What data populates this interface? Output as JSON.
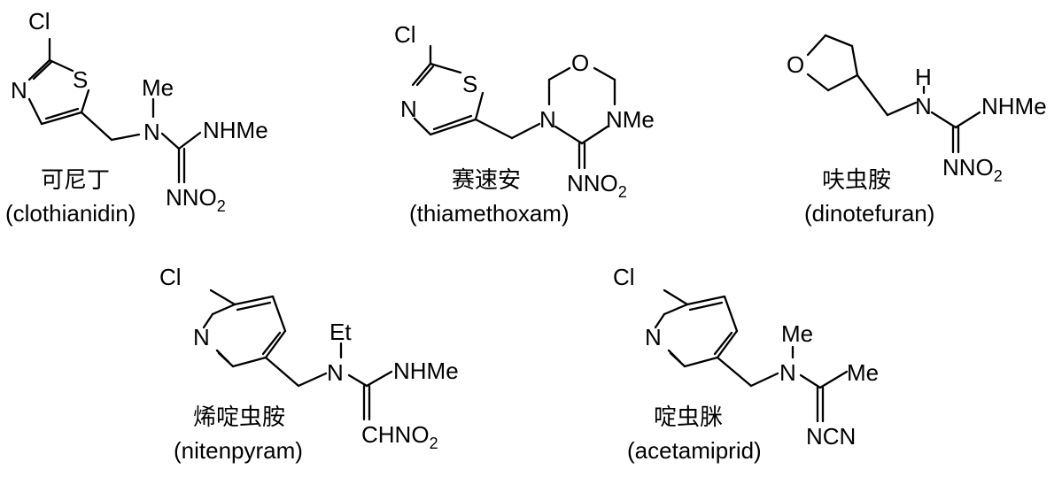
{
  "compounds": [
    {
      "id": "clothianidin",
      "name_cn": "可尼丁",
      "name_en": "(clothianidin)",
      "atoms": {
        "cl": "Cl",
        "s": "S",
        "n_ring": "N",
        "me": "Me",
        "n_amine": "N",
        "nhme": "NHMe",
        "nno2": "NNO",
        "sub2": "2"
      }
    },
    {
      "id": "thiamethoxam",
      "name_cn": "赛速安",
      "name_en": "(thiamethoxam)",
      "atoms": {
        "cl": "Cl",
        "s": "S",
        "n_ring": "N",
        "o": "O",
        "n_left": "N",
        "nme": "NMe",
        "nno2": "NNO",
        "sub2": "2"
      }
    },
    {
      "id": "dinotefuran",
      "name_cn": "呋虫胺",
      "name_en": "(dinotefuran)",
      "atoms": {
        "o": "O",
        "h": "H",
        "n": "N",
        "nhme": "NHMe",
        "nno2": "NNO",
        "sub2": "2"
      }
    },
    {
      "id": "nitenpyram",
      "name_cn": "烯啶虫胺",
      "name_en": "(nitenpyram)",
      "atoms": {
        "cl": "Cl",
        "n_ring": "N",
        "et": "Et",
        "n_amine": "N",
        "nhme": "NHMe",
        "chno2": "CHNO",
        "sub2": "2"
      }
    },
    {
      "id": "acetamiprid",
      "name_cn": "啶虫脒",
      "name_en": "(acetamiprid)",
      "atoms": {
        "cl": "Cl",
        "n_ring": "N",
        "me_top": "Me",
        "n_amine": "N",
        "me_right": "Me",
        "ncn": "NCN"
      }
    }
  ]
}
